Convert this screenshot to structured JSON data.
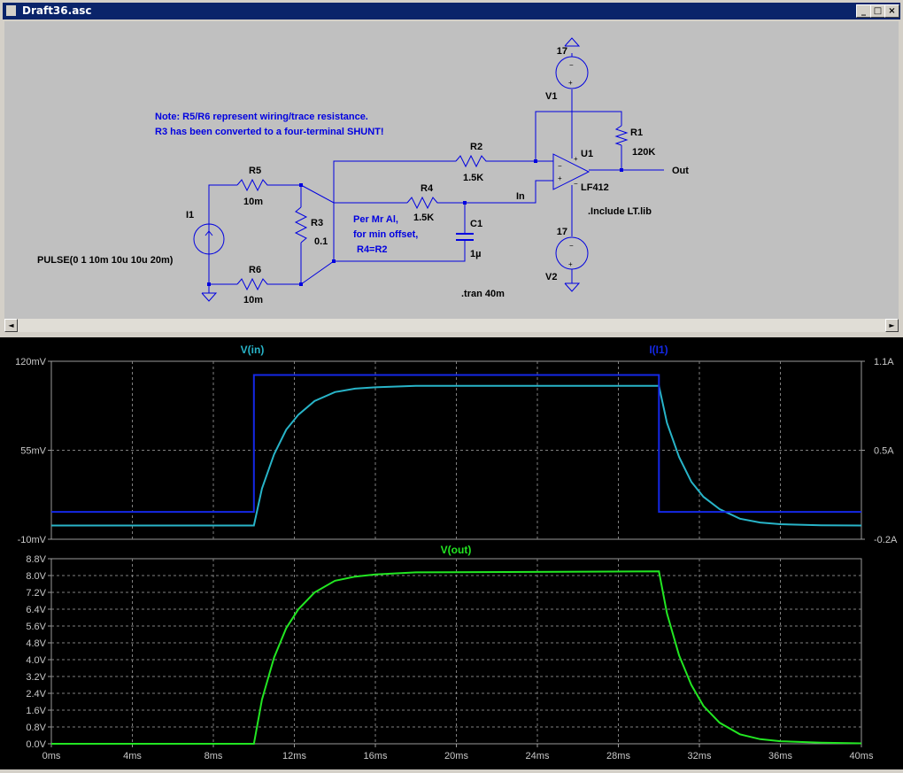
{
  "window": {
    "title": "Draft36.asc",
    "min": "_",
    "max": "□",
    "close": "×"
  },
  "scroll": {
    "left_arrow": "◄",
    "right_arrow": "►"
  },
  "schematic": {
    "note_line1": "Note: R5/R6 represent wiring/trace resistance.",
    "note_line2": "R3 has been converted to a four-terminal SHUNT!",
    "i1": "I1",
    "pulse": "PULSE(0 1 10m 10u 10u 20m)",
    "r5": "R5",
    "r5_val": "10m",
    "r6": "R6",
    "r6_val": "10m",
    "r3": "R3",
    "r3_val": "0.1",
    "r4": "R4",
    "r4_val": "1.5K",
    "r2": "R2",
    "r2_val": "1.5K",
    "c1": "C1",
    "c1_val": "1µ",
    "comment1": "Per Mr Al,",
    "comment2": "for min offset,",
    "comment3": "R4=R2",
    "in_label": "In",
    "u1": "U1",
    "u1_model": "LF412",
    "r1": "R1",
    "r1_val": "120K",
    "out_label": "Out",
    "v1": "V1",
    "v1_val": "17",
    "v2": "V2",
    "v2_val": "17",
    "include": ".Include LT.lib",
    "tran": ".tran 40m"
  },
  "chart_data": [
    {
      "type": "line",
      "title": "",
      "series": [
        {
          "name": "V(in)",
          "color": "#28b4c8",
          "axis": "left",
          "x": [
            0,
            10,
            10.4,
            11,
            11.6,
            12.2,
            13,
            14,
            15,
            16,
            18,
            30,
            30.4,
            31,
            31.6,
            32.2,
            33,
            34,
            35,
            36,
            38,
            40
          ],
          "y": [
            0,
            0,
            27,
            52,
            70,
            81,
            91,
            97.5,
            100,
            101,
            102,
            102,
            75,
            50,
            32,
            21,
            12,
            5,
            2.2,
            1,
            0.2,
            0
          ]
        },
        {
          "name": "I(I1)",
          "color": "#1428e6",
          "axis": "right",
          "x": [
            0,
            10,
            10,
            30,
            30,
            40
          ],
          "y": [
            0,
            0,
            1,
            1,
            0,
            0
          ]
        }
      ],
      "yleft_ticks": [
        "120mV",
        "55mV",
        "-10mV"
      ],
      "yright_ticks": [
        "1.1A",
        "0.5A",
        "-0.2A"
      ],
      "grid": true
    },
    {
      "type": "line",
      "title": "",
      "series": [
        {
          "name": "V(out)",
          "color": "#22e622",
          "x": [
            0,
            10,
            10.4,
            11,
            11.6,
            12.2,
            13,
            14,
            15,
            16,
            18,
            30,
            30.4,
            31,
            31.6,
            32.2,
            33,
            34,
            35,
            36,
            38,
            40
          ],
          "y": [
            0,
            0,
            2.1,
            4.1,
            5.5,
            6.4,
            7.2,
            7.75,
            7.95,
            8.05,
            8.15,
            8.2,
            6.2,
            4.2,
            2.8,
            1.8,
            1.0,
            0.45,
            0.22,
            0.12,
            0.05,
            0.02
          ]
        }
      ],
      "x_ticks": [
        "0ms",
        "4ms",
        "8ms",
        "12ms",
        "16ms",
        "20ms",
        "24ms",
        "28ms",
        "32ms",
        "36ms",
        "40ms"
      ],
      "y_ticks": [
        "8.8V",
        "8.0V",
        "7.2V",
        "6.4V",
        "5.6V",
        "4.8V",
        "4.0V",
        "3.2V",
        "2.4V",
        "1.6V",
        "0.8V",
        "0.0V"
      ],
      "ylim": [
        0,
        8.8
      ],
      "xlim": [
        0,
        40
      ],
      "grid": true
    }
  ]
}
